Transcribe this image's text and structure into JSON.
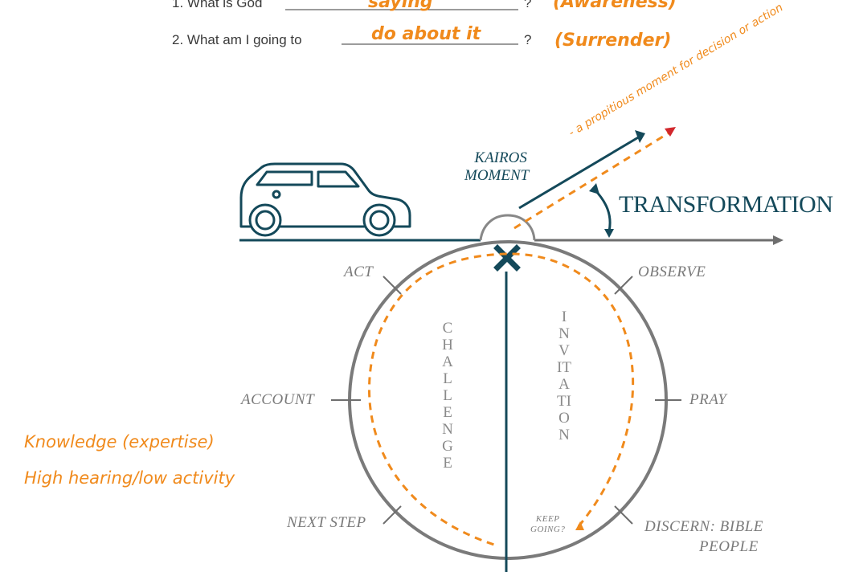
{
  "questions": {
    "q1_prefix": "1. What is God",
    "q1_answer": "saying",
    "q1_mark": "?",
    "q1_note": "(Awareness)",
    "q2_prefix": "2. What am I going to",
    "q2_answer": "do about it",
    "q2_mark": "?",
    "q2_note": "(Surrender)"
  },
  "annotations": {
    "kairos_note": "- a propitious moment for decision or action",
    "knowledge": "Knowledge (expertise)",
    "hearing": "High hearing/low activity"
  },
  "diagram": {
    "kairos_line1": "KAIROS",
    "kairos_line2": "MOMENT",
    "transformation": "TRANSFORMATION",
    "challenge": "CHALLENGE",
    "invitation": "INVITATION",
    "observe": "OBSERVE",
    "pray": "PRAY",
    "discern_line1": "DISCERN: BIBLE",
    "discern_line2": "PEOPLE",
    "act": "ACT",
    "account": "ACCOUNT",
    "next_step": "NEXT STEP",
    "keep_going_line1": "KEEP",
    "keep_going_line2": "GOING?"
  },
  "colors": {
    "teal": "#14495a",
    "orange": "#f08a1c",
    "gray": "#7a7a7a"
  }
}
